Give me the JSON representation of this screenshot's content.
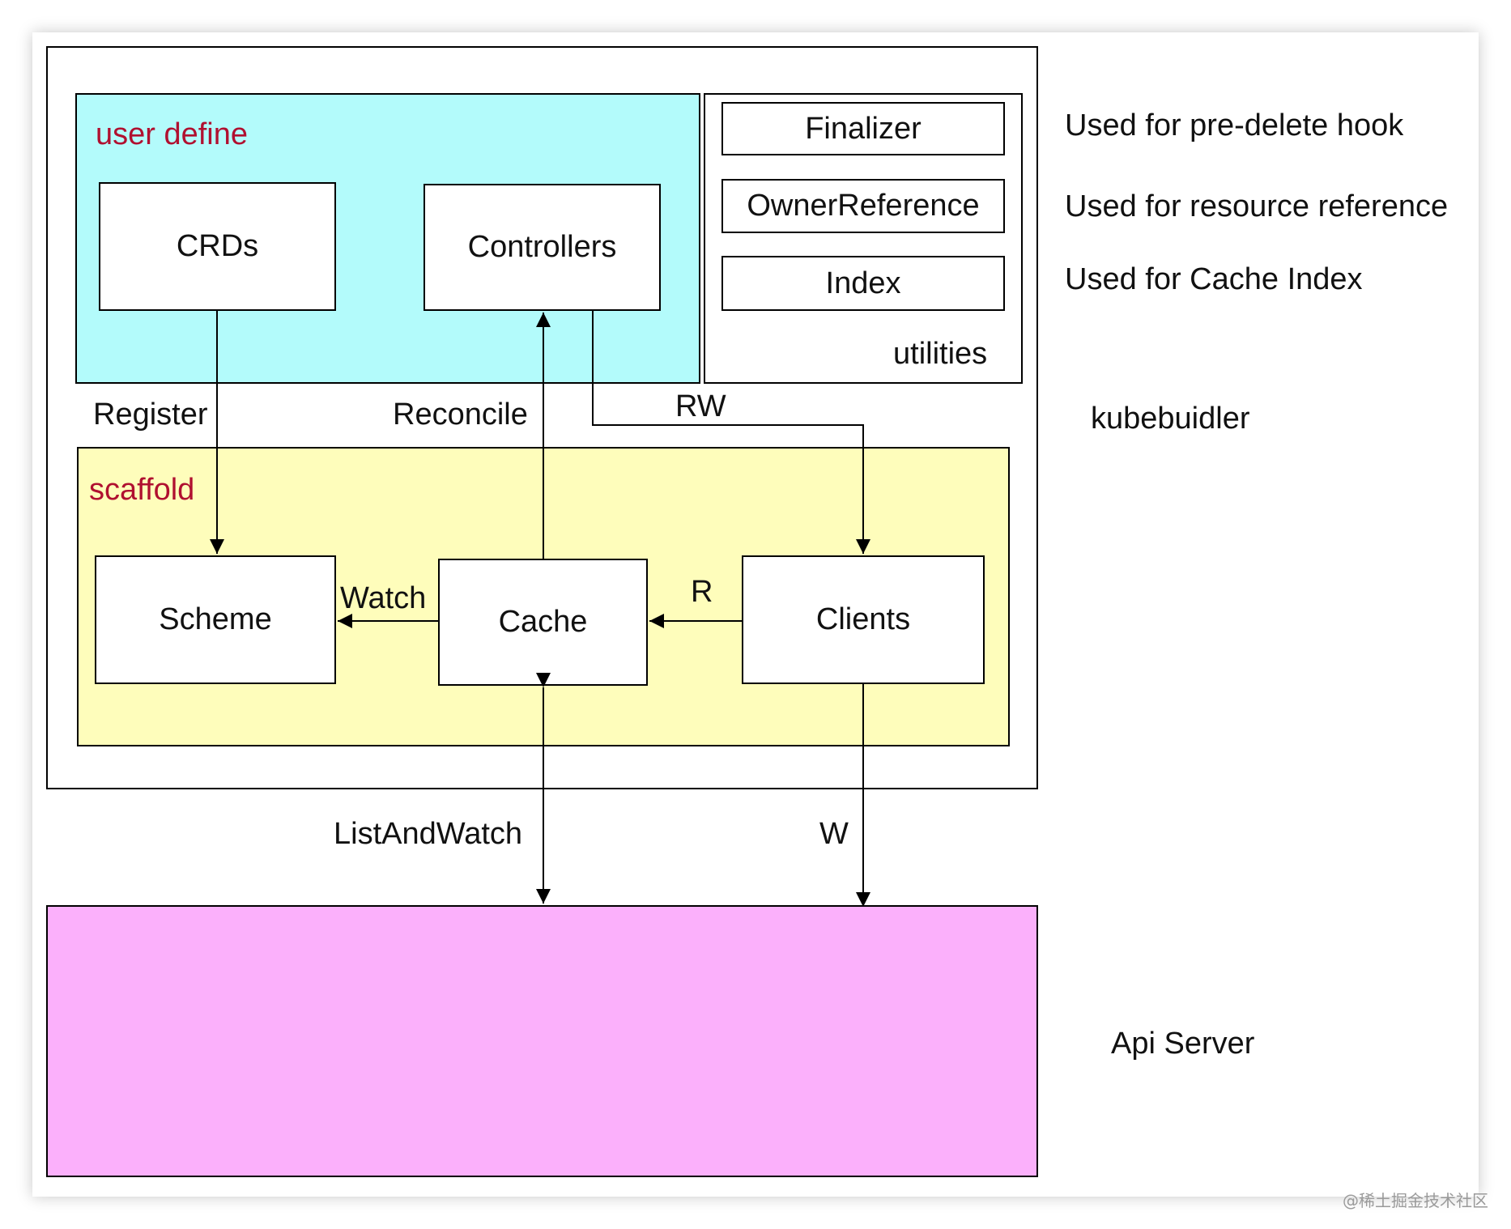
{
  "diagram": {
    "regions": {
      "user_define": "user define",
      "scaffold": "scaffold",
      "utilities": "utilities"
    },
    "nodes": {
      "crds": "CRDs",
      "controllers": "Controllers",
      "scheme": "Scheme",
      "cache": "Cache",
      "clients": "Clients",
      "finalizer": "Finalizer",
      "owner_reference": "OwnerReference",
      "index": "Index"
    },
    "edges": {
      "register": "Register",
      "reconcile": "Reconcile",
      "rw": "RW",
      "watch": "Watch",
      "r": "R",
      "list_and_watch": "ListAndWatch",
      "w": "W"
    },
    "notes": {
      "finalizer_note": "Used for pre-delete hook",
      "owner_reference_note": "Used for resource reference",
      "index_note": "Used for Cache Index",
      "kubebuilder": "kubebuidler",
      "api_server": "Api Server"
    },
    "colors": {
      "user_define_fill": "#b3fbfb",
      "scaffold_fill": "#fefdbb",
      "api_server_fill": "#fbb0fb",
      "region_label": "#b01030"
    }
  },
  "watermark": "@稀土掘金技术社区"
}
